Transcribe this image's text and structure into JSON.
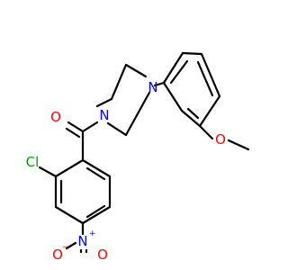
{
  "figure": {
    "type": "chemical-structure",
    "background": "#ffffff"
  },
  "atoms": {
    "oxygen_carbonyl": {
      "symbol": "O",
      "color": "#ff0000"
    },
    "chlorine": {
      "symbol": "Cl",
      "color": "#00a000"
    },
    "nitrogen_pip_left": {
      "symbol": "N",
      "color": "#0000ff"
    },
    "nitrogen_pip_right": {
      "symbol": "N",
      "color": "#0000ff"
    },
    "oxygen_methoxy": {
      "symbol": "O",
      "color": "#ff0000"
    },
    "nitro_n": {
      "symbol": "N",
      "charge": "+",
      "color": "#0000ff"
    },
    "nitro_o_single": {
      "symbol": "O",
      "charge": "−",
      "color": "#ff0000"
    },
    "nitro_o_double": {
      "symbol": "O",
      "color": "#ff0000"
    }
  }
}
